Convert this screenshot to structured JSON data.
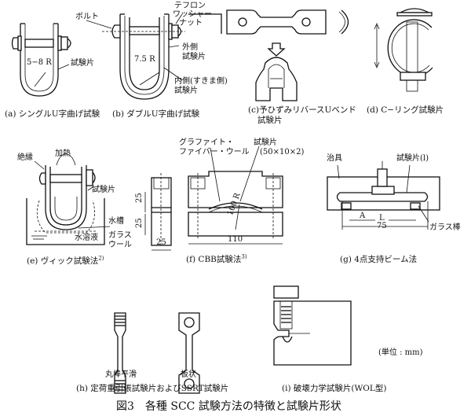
{
  "figure": {
    "title": "図3　各種 SCC 試験方法の特徴と試験片形状",
    "unit_note": "(単位 : mm)"
  },
  "panels": {
    "a": {
      "caption": "(a) シングルU字曲げ試験",
      "labels": {
        "radius": "5−8 R",
        "specimen": "試験片"
      }
    },
    "b": {
      "caption": "(b) ダブルU字曲げ試験",
      "labels": {
        "bolt": "ボルト",
        "teflon": "テフロン",
        "washer": "ワッシャー",
        "nut": "ナット",
        "outer_1": "外側",
        "outer_2": "試験片",
        "radius": "7.5 R",
        "inner_1": "内側(すきま側)",
        "inner_2": "試験片"
      }
    },
    "c": {
      "caption_1": "(c)予ひずみリバースUベンド",
      "caption_2": "試験片"
    },
    "d": {
      "caption": "(d) C−リング試験片"
    },
    "e": {
      "caption": "(e) ヴィック試験法",
      "caption_ref": "2)",
      "labels": {
        "insulation": "絶縁",
        "heating": "加熱",
        "specimen": "試験片",
        "water_tank": "水槽",
        "solution": "水溶液",
        "glass_1": "ガラス",
        "glass_2": "ウール"
      }
    },
    "f": {
      "caption": "(f) CBB試験法",
      "caption_ref": "3)",
      "labels": {
        "graphite_1": "グラファイト・",
        "graphite_2": "ファイバー・ウール",
        "specimen": "試験片",
        "specimen_size": "(50×10×2)",
        "radius": "100 R",
        "dim_h1": "25",
        "dim_h2": "25",
        "dim_w": "25",
        "dim_len": "110"
      }
    },
    "g": {
      "caption": "(g) 4点支持ビーム法",
      "labels": {
        "jig": "治具",
        "specimen": "試験片(l)",
        "dim_a": "A",
        "dim_l": "L",
        "dim_75": "75",
        "glass_rod": "ガラス棒"
      }
    },
    "h": {
      "caption": "(h) 定荷重引張試験片およびSSRT試験片",
      "labels": {
        "round_bar": "丸棒平滑",
        "plate": "板状"
      }
    },
    "i": {
      "caption": "(i) 破壊力学試験片(WOL型)"
    }
  }
}
